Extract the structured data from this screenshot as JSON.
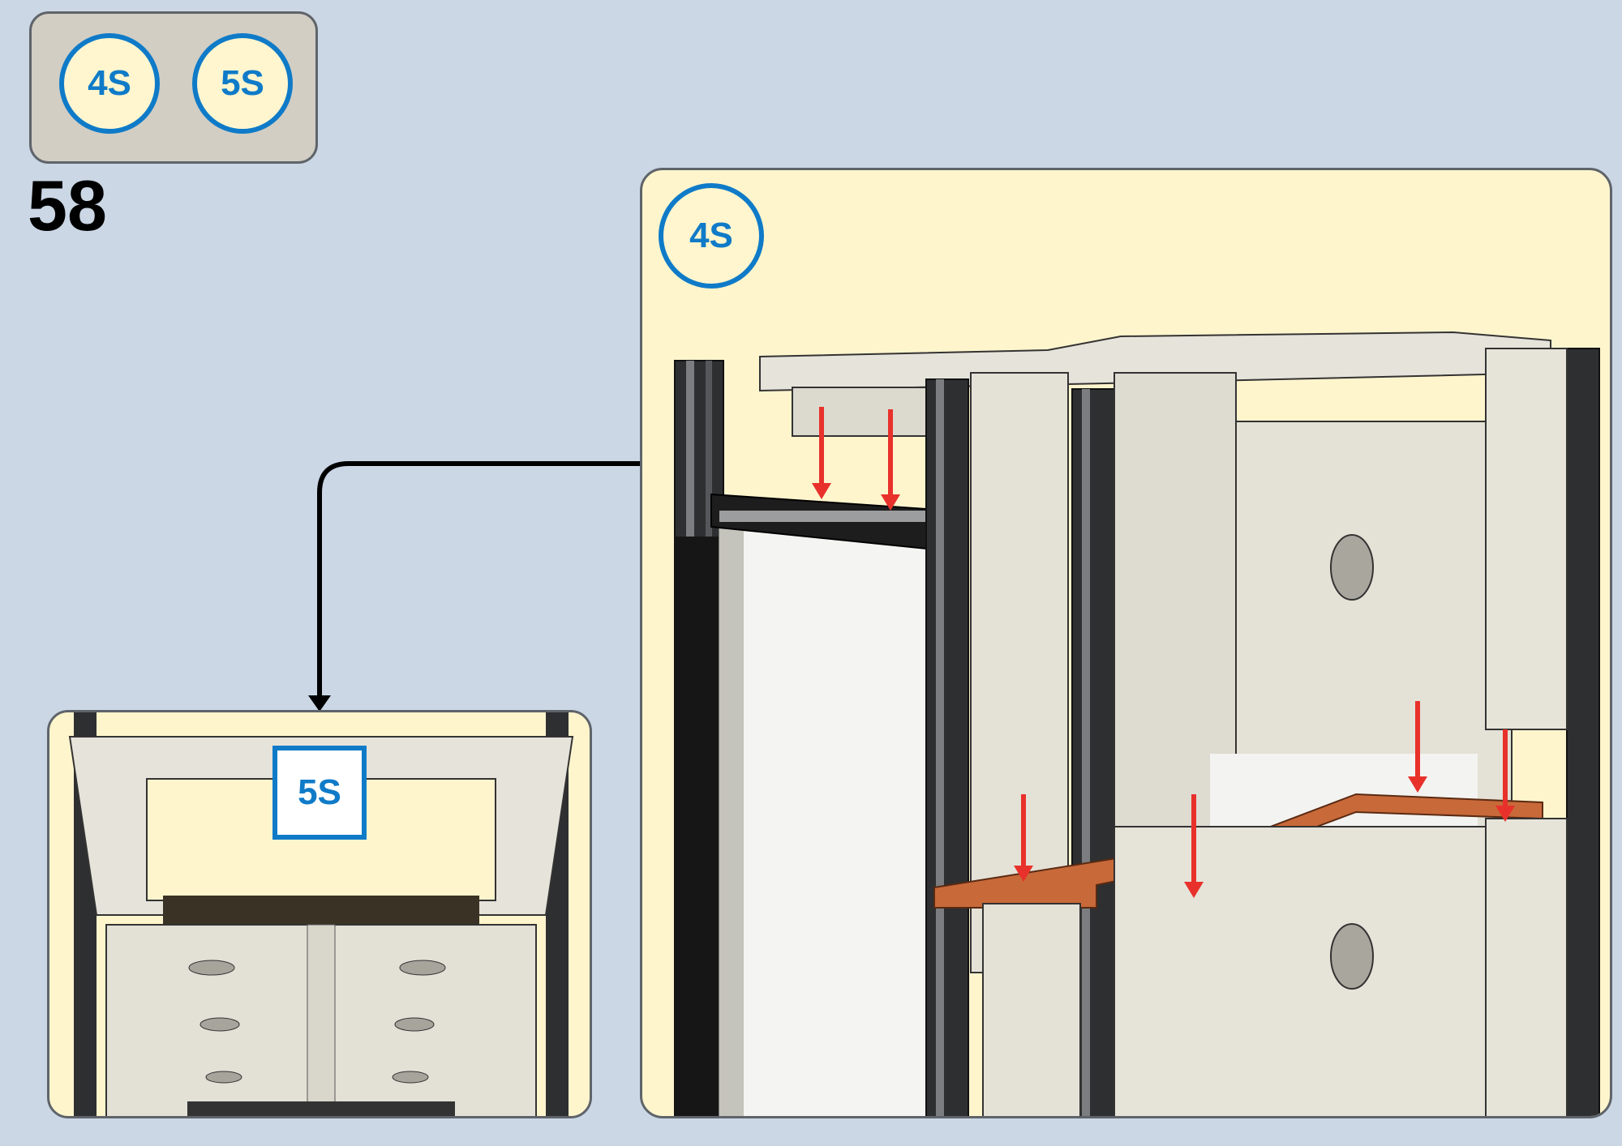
{
  "step": {
    "number": "58"
  },
  "parts": [
    {
      "label": "4S"
    },
    {
      "label": "5S"
    }
  ],
  "main_view": {
    "badge": "4S"
  },
  "detail_view": {
    "badge": "5S"
  },
  "colors": {
    "background": "#cbd7e5",
    "panel": "#fff5cd",
    "badge_blue": "#0f7bc8",
    "arrow_red": "#e8312b",
    "gasket_orange": "#c8693a"
  }
}
